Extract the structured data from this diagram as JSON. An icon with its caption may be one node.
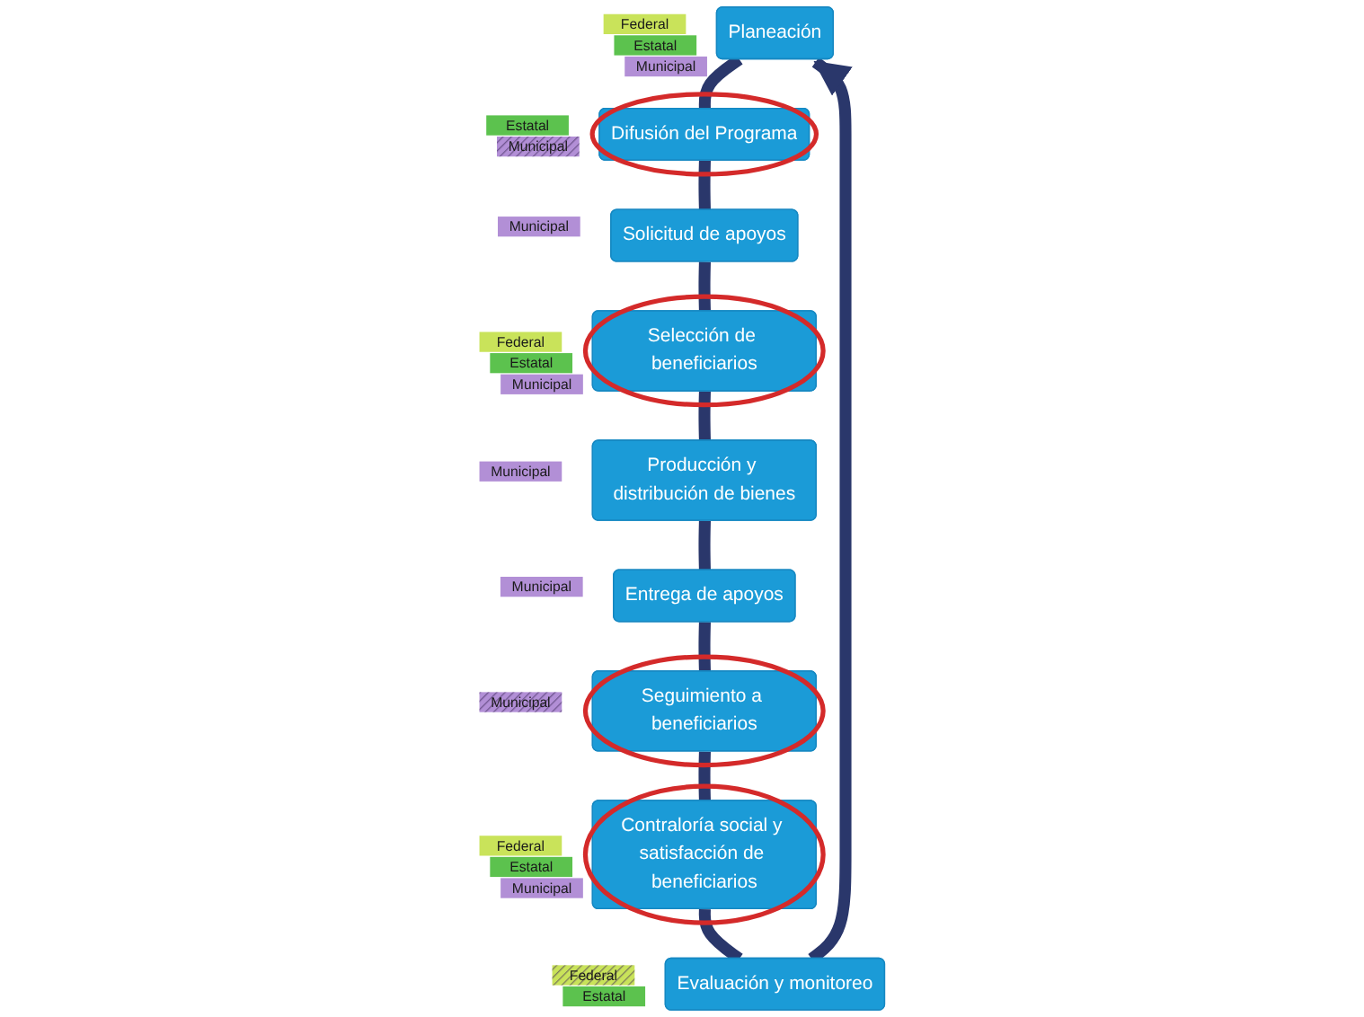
{
  "diagram": {
    "nodes": [
      {
        "text": [
          "Planeación"
        ],
        "beside": [
          "Federal",
          "Estatal",
          "Municipal"
        ]
      },
      {
        "text": [
          "Difusión del Programa"
        ],
        "beside": [
          "Estatal",
          "Municipal"
        ]
      },
      {
        "text": [
          "Solicitud de apoyos"
        ],
        "beside": [
          "Municipal"
        ]
      },
      {
        "text": [
          "Selección de beneficiarios"
        ],
        "beside": [
          "Federal",
          "Estatal",
          "Municipal"
        ]
      },
      {
        "text": [
          "Producción y distribución de bienes"
        ],
        "beside": [
          "Municipal"
        ]
      },
      {
        "text": [
          "Entrega de apoyos"
        ],
        "beside": [
          "Municipal"
        ]
      },
      {
        "text": [
          "Seguimiento a beneficiarios"
        ],
        "beside": [
          "Municipal"
        ]
      },
      {
        "text": [
          "Contraloría social y satisfacción de beneficiarios"
        ],
        "beside": [
          "Federal",
          "Estatal",
          "Municipal"
        ]
      },
      {
        "text": [
          "Evaluación y monitoreo"
        ],
        "beside": [
          "Federal",
          "Estatal"
        ]
      }
    ],
    "edges": [
      {
        "from": 0,
        "to": 1,
        "arrow": "none"
      },
      {
        "from": 1,
        "to": 2,
        "arrow": "none"
      },
      {
        "from": 2,
        "to": 3,
        "arrow": "none"
      },
      {
        "from": 3,
        "to": 4,
        "arrow": "none"
      },
      {
        "from": 4,
        "to": 5,
        "arrow": "none"
      },
      {
        "from": 5,
        "to": 6,
        "arrow": "none"
      },
      {
        "from": 6,
        "to": 7,
        "arrow": "none"
      },
      {
        "from": 7,
        "to": 8,
        "arrow": "none"
      },
      {
        "from": 8,
        "to": 0,
        "arrow": "to"
      }
    ]
  }
}
